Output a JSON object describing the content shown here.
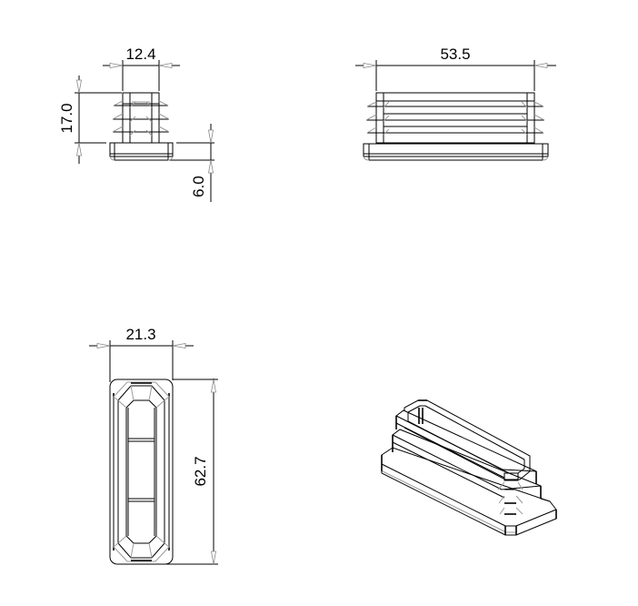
{
  "drawing": {
    "type": "technical drawing - rectangular ribbed tube insert end cap",
    "line_color": "#000000",
    "construction_line_color": "#9a9a9a",
    "background": "#ffffff",
    "views": {
      "side_view": {
        "label": "side view (short side)",
        "dimensions": {
          "width": "12.4",
          "height": "17.0",
          "cap_thickness": "6.0"
        }
      },
      "front_view": {
        "label": "front view (long side)",
        "dimensions": {
          "length": "53.5"
        }
      },
      "top_view": {
        "label": "top view",
        "dimensions": {
          "width": "21.3",
          "length": "62.7"
        }
      },
      "isometric_view": {
        "label": "isometric 3D view"
      }
    }
  }
}
